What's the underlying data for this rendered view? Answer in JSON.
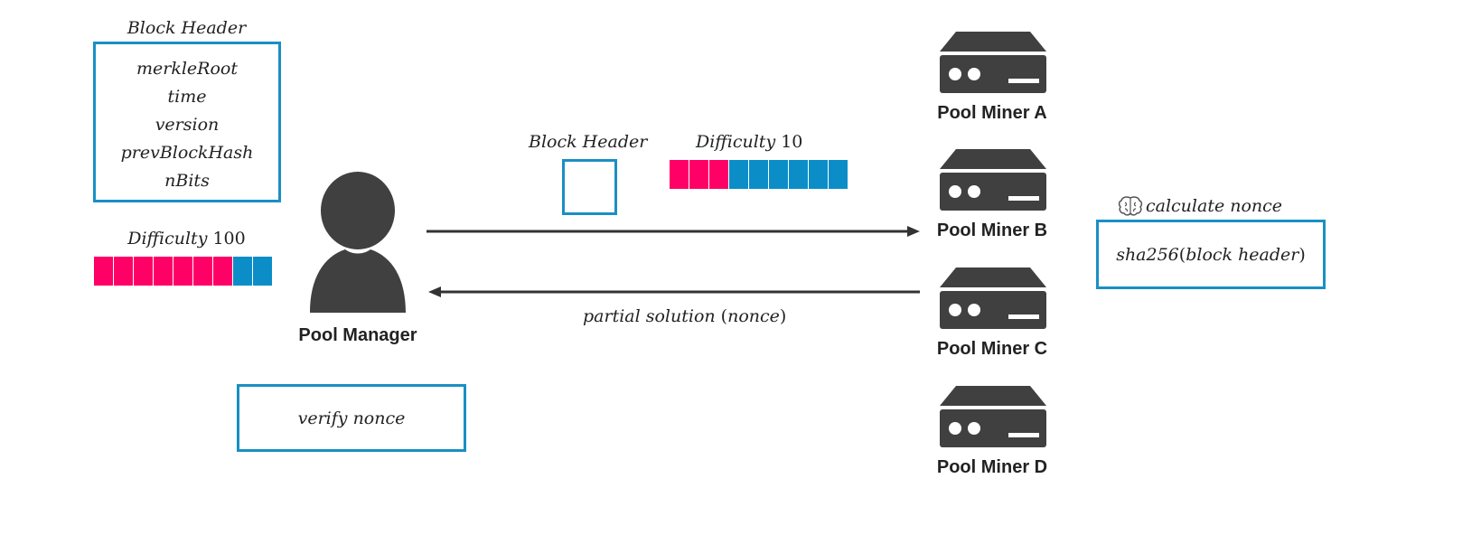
{
  "colors": {
    "box_border": "#1a8fc4",
    "bar_red": "#ff0066",
    "bar_blue": "#0b8ec8",
    "icon": "#404040",
    "text": "#222222"
  },
  "left_header": {
    "title": "Block Header",
    "fields": [
      "merkleRoot",
      "time",
      "version",
      "prevBlockHash",
      "nBits"
    ]
  },
  "left_difficulty": {
    "label": "Difficulty",
    "value": "100",
    "red_cells": 7,
    "blue_cells": 2
  },
  "pool_manager": {
    "label": "Pool Manager",
    "icon": "user-icon"
  },
  "verify_box": {
    "text": "verify nonce"
  },
  "middle": {
    "header_label": "Block Header",
    "difficulty_label": "Difficulty",
    "difficulty_value": "10",
    "red_cells": 3,
    "blue_cells": 6,
    "arrow_right": "send-arrow",
    "arrow_left": "return-arrow",
    "return_label_a": "partial solution",
    "return_label_b": "(",
    "return_label_c": "nonce",
    "return_label_d": ")"
  },
  "miners": [
    {
      "label": "Pool Miner A",
      "icon": "server-icon"
    },
    {
      "label": "Pool Miner B",
      "icon": "server-icon"
    },
    {
      "label": "Pool Miner C",
      "icon": "server-icon"
    },
    {
      "label": "Pool Miner D",
      "icon": "server-icon"
    }
  ],
  "calc": {
    "icon": "brain-icon",
    "title": "calculate nonce",
    "fn": "sha256",
    "open": "(",
    "arg": "block header",
    "close": ")"
  }
}
